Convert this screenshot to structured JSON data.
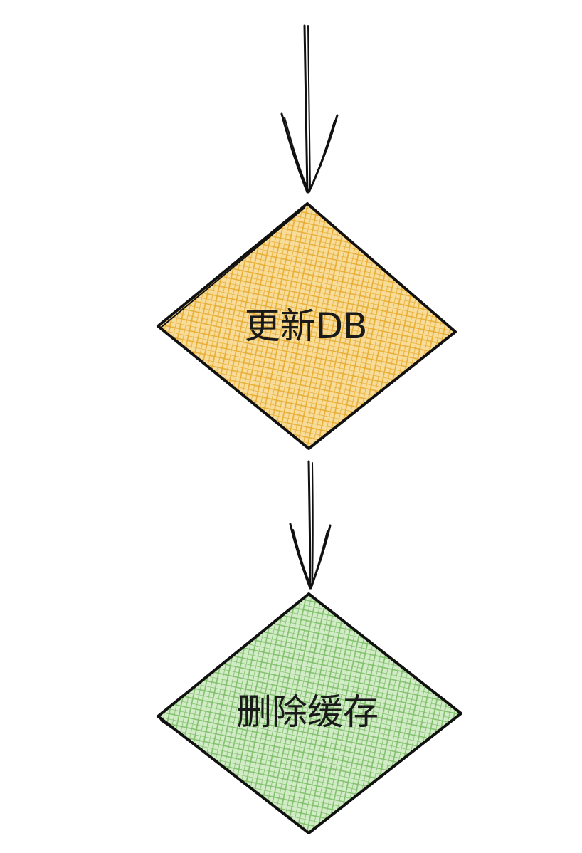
{
  "nodes": [
    {
      "id": "update-db",
      "label": "更新DB",
      "fill": "#f2c35a",
      "hatch": "#e8ad32"
    },
    {
      "id": "delete-cache",
      "label": "删除缓存",
      "fill": "#b9e0a8",
      "hatch": "#7fbf6a"
    }
  ],
  "colors": {
    "stroke": "#111111",
    "background": "#ffffff"
  }
}
